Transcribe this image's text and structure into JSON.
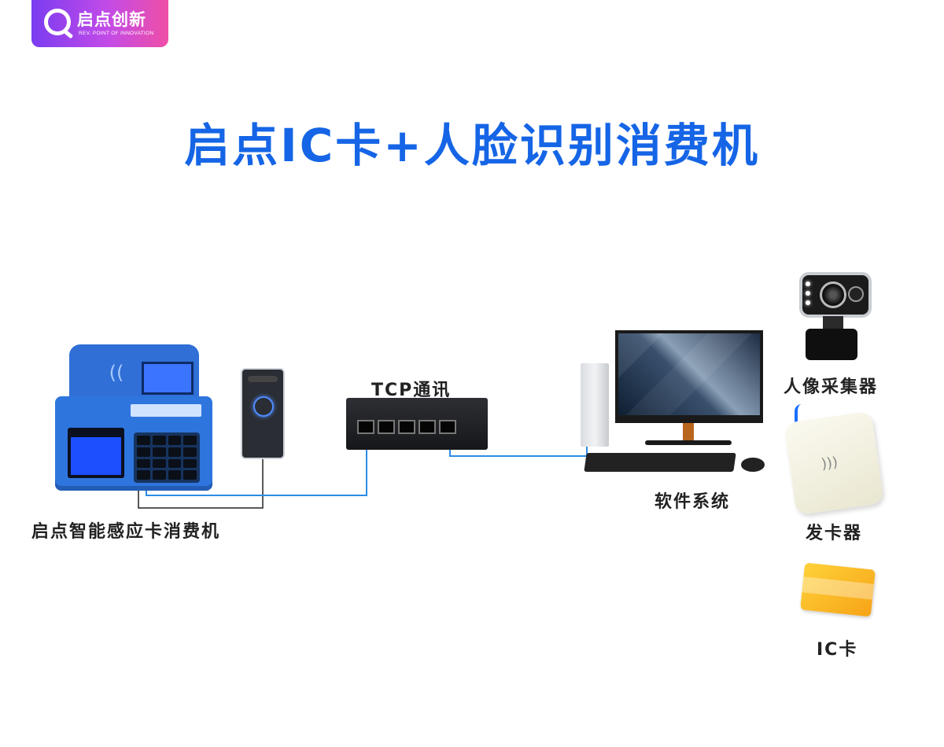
{
  "logo": {
    "name": "启点创新",
    "registered": "®",
    "subtitle": "REV. POINT OF INNOVATION"
  },
  "title": "启点IC卡+人脸识别消费机",
  "labels": {
    "machine": "启点智能感应卡消费机",
    "network": "TCP通讯",
    "software": "软件系统",
    "camera": "人像采集器",
    "issuer": "发卡器",
    "ic_card": "IC卡"
  },
  "colors": {
    "title": "#1565e6",
    "line_blue": "#2b8ce6",
    "line_black": "#222222"
  }
}
